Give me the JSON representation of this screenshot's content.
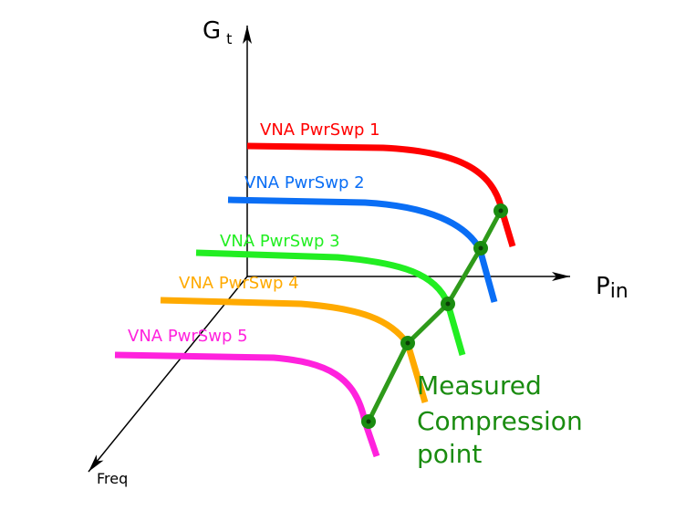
{
  "axes": {
    "gain_symbol": "G",
    "gain_subscript": "t",
    "power_symbol": "P",
    "power_subscript": "in",
    "freq_label": "Freq"
  },
  "sweeps": [
    {
      "label": "VNA PwrSwp 1",
      "color": "#ff0000"
    },
    {
      "label": "VNA PwrSwp 2",
      "color": "#0a6ef5"
    },
    {
      "label": "VNA PwrSwp 3",
      "color": "#22ee22"
    },
    {
      "label": "VNA PwrSwp 4",
      "color": "#ffaa00"
    },
    {
      "label": "VNA PwrSwp 5",
      "color": "#ff22dd"
    }
  ],
  "compression": {
    "label_lines": [
      "Measured",
      "Compression",
      "point"
    ],
    "line_color": "#2e9a1a",
    "marker_color": "#1a8c10",
    "text_color": "#1a8c10"
  }
}
